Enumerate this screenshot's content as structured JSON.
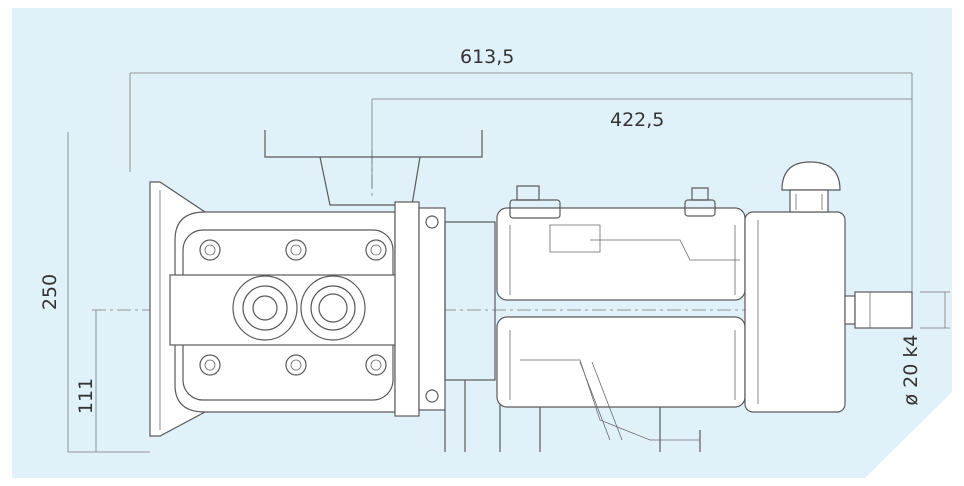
{
  "diagram": {
    "background_color": "#e1f1fa",
    "line_color": "#5a5a5a",
    "dimensions": {
      "overall_length": "613,5",
      "partial_length": "422,5",
      "height": "250",
      "axis_height": "111",
      "shaft_diameter": "ø 20 k4"
    }
  }
}
